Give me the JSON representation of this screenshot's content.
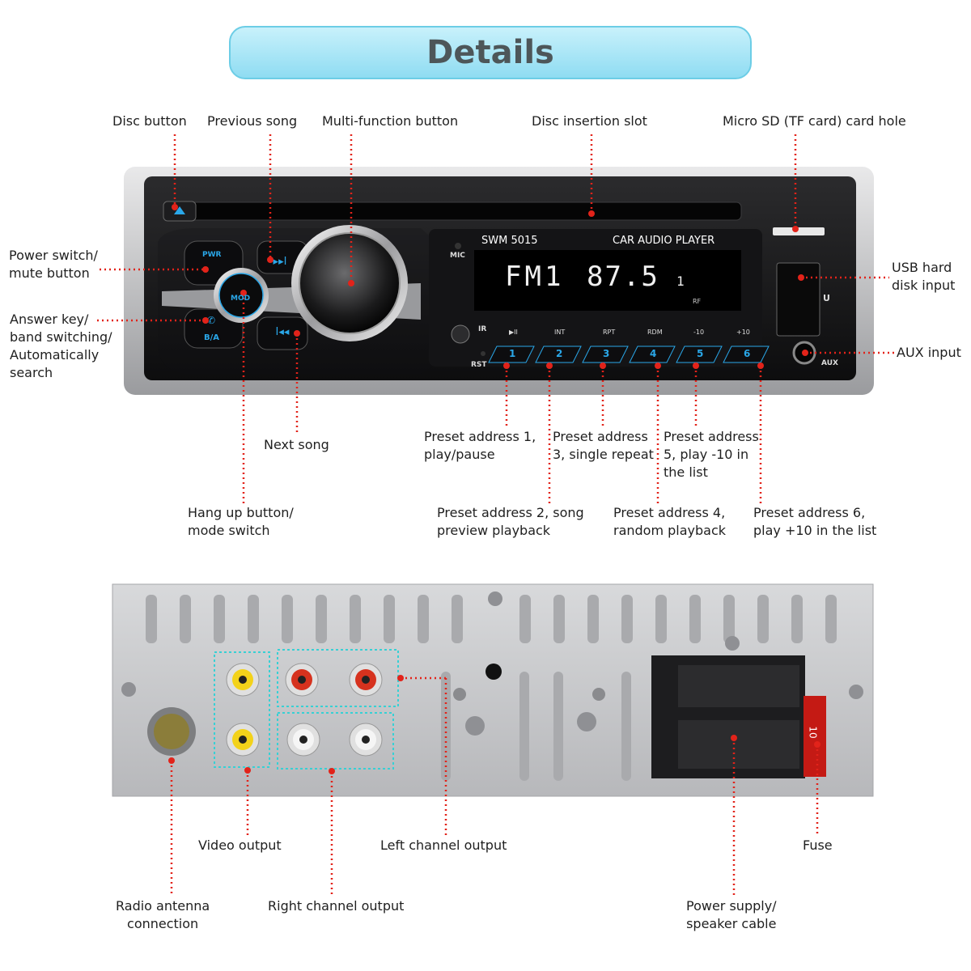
{
  "header": {
    "title": "Details"
  },
  "front_panel": {
    "model": "SWM  5015",
    "product": "CAR AUDIO PLAYER",
    "display_band": "FM1",
    "display_freq": "87.5",
    "display_preset": "1",
    "display_rf": "RF",
    "mic": "MIC",
    "ir": "IR",
    "rst": "RST",
    "usb_u": "U",
    "aux": "AUX",
    "pwr": "PWR",
    "mod": "MOD",
    "ba": "B/A",
    "preset_buttons": [
      "1",
      "2",
      "3",
      "4",
      "5",
      "6"
    ],
    "preset_functions": [
      "▶II",
      "INT",
      "RPT",
      "RDM",
      "-10",
      "+10"
    ]
  },
  "labels": {
    "disc_button": "Disc button",
    "previous_song": "Previous song",
    "multi_function": "Multi-function button",
    "disc_slot": "Disc insertion slot",
    "micro_sd": "Micro SD (TF card) card hole",
    "power_switch": "Power switch/\nmute button",
    "answer_key": "Answer key/\nband switching/\nAutomatically\nsearch",
    "usb_input": "USB hard\ndisk input",
    "aux_input": "AUX input",
    "next_song": "Next song",
    "hang_up": "Hang up button/\nmode switch",
    "preset1": "Preset address 1,\nplay/pause",
    "preset2": "Preset address 2, song\npreview playback",
    "preset3": "Preset address\n3, single repeat",
    "preset4": "Preset address 4,\nrandom playback",
    "preset5": "Preset address\n5, play -10 in\nthe list",
    "preset6": "Preset address 6,\nplay +10 in the list",
    "video_output": "Video output",
    "left_channel": "Left channel output",
    "fuse": "Fuse",
    "radio_antenna": "Radio antenna\nconnection",
    "right_channel": "Right channel output",
    "power_supply": "Power supply/\nspeaker cable",
    "fuse_marking": "10"
  },
  "colors": {
    "accent_red": "#e2231a",
    "button_blue": "#2aa7e8",
    "header_fill": "#a9e6f6",
    "callout_cyan": "#37d0d4"
  }
}
